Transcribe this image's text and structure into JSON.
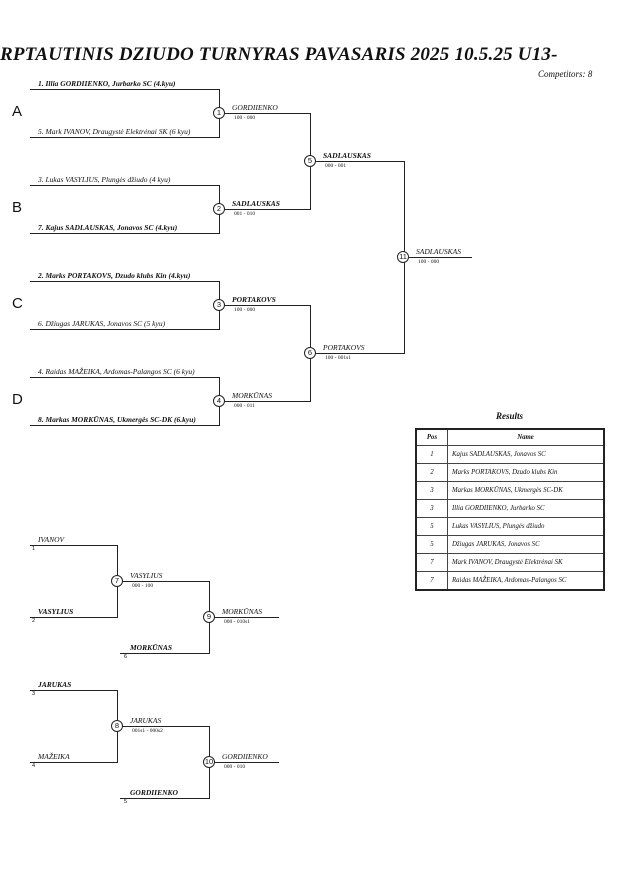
{
  "header": {
    "title": "RPTAUTINIS DZIUDO TURNYRAS PAVASARIS 2025  10.5.25     U13-",
    "competitors": "Competitors:  8"
  },
  "groups": [
    "A",
    "B",
    "C",
    "D"
  ],
  "round1": [
    {
      "text": "1. Illia GORDIIENKO, Jurbarko SC (4.kyu)"
    },
    {
      "text": "5. Mark IVANOV, Draugystė Elektrėnai SK (6 kyu)"
    },
    {
      "text": "3. Lukas VASYLIUS, Plungės džiudo (4 kyu)"
    },
    {
      "text": "7. Kajus SADLAUSKAS, Jonavos SC (4.kyu)"
    },
    {
      "text": "2. Marks PORTAKOVS, Dzudo klubs Kin (4.kyu)"
    },
    {
      "text": "6. Džiugas JARUKAS, Jonavos SC (5 kyu)"
    },
    {
      "text": "4. Raidas MAŽEIKA, Ardomas-Palangos SC (6 kyu)"
    },
    {
      "text": "8. Markas MORKŪNAS, Ukmergės SC-DK (6.kyu)"
    }
  ],
  "matches": {
    "m1": {
      "num": "1",
      "winner": "GORDIIENKO",
      "score": "100 - 000"
    },
    "m2": {
      "num": "2",
      "winner": "SADLAUSKAS",
      "score": "001 - 010"
    },
    "m3": {
      "num": "3",
      "winner": "PORTAKOVS",
      "score": "100 - 000"
    },
    "m4": {
      "num": "4",
      "winner": "MORKŪNAS",
      "score": "000 - 011"
    },
    "m5": {
      "num": "5",
      "winner": "SADLAUSKAS",
      "score": "000 - 001"
    },
    "m6": {
      "num": "6",
      "winner": "PORTAKOVS",
      "score": "100 - 001s1"
    },
    "m11": {
      "num": "11",
      "winner": "SADLAUSKAS",
      "score": "100 - 000"
    },
    "m7": {
      "num": "7",
      "winner": "VASYLIUS",
      "score": "000 - 100"
    },
    "m9": {
      "num": "9",
      "winner": "MORKŪNAS",
      "score": "000 - 010s1"
    },
    "m8": {
      "num": "8",
      "winner": "JARUKAS",
      "score": "001s1 - 000s2"
    },
    "m10": {
      "num": "10",
      "winner": "GORDIIENKO",
      "score": "000 - 010"
    }
  },
  "repechage": {
    "r1": {
      "name": "IVANOV",
      "seed": "1"
    },
    "r2": {
      "name": "VASYLIUS",
      "seed": "2"
    },
    "r3": {
      "name": "MORKŪNAS",
      "seed": "6"
    },
    "r4": {
      "name": "JARUKAS",
      "seed": "3"
    },
    "r5": {
      "name": "MAŽEIKA",
      "seed": "4"
    },
    "r6": {
      "name": "GORDIIENKO",
      "seed": "5"
    }
  },
  "results": {
    "title": "Results",
    "headers": [
      "Pos",
      "Name"
    ],
    "rows": [
      {
        "pos": "1",
        "name": "Kajus SADLAUSKAS, Jonavos SC"
      },
      {
        "pos": "2",
        "name": "Marks PORTAKOVS, Dzudo klubs Kin"
      },
      {
        "pos": "3",
        "name": "Markas MORKŪNAS, Ukmergės SC-DK"
      },
      {
        "pos": "3",
        "name": "Illia GORDIIENKO, Jurbarko SC"
      },
      {
        "pos": "5",
        "name": "Lukas VASYLIUS, Plungės džiudo"
      },
      {
        "pos": "5",
        "name": "Džiugas JARUKAS, Jonavos SC"
      },
      {
        "pos": "7",
        "name": "Mark IVANOV, Draugystė Elektrėnai SK"
      },
      {
        "pos": "7",
        "name": "Raidas MAŽEIKA, Ardomas-Palangos SC"
      }
    ]
  }
}
